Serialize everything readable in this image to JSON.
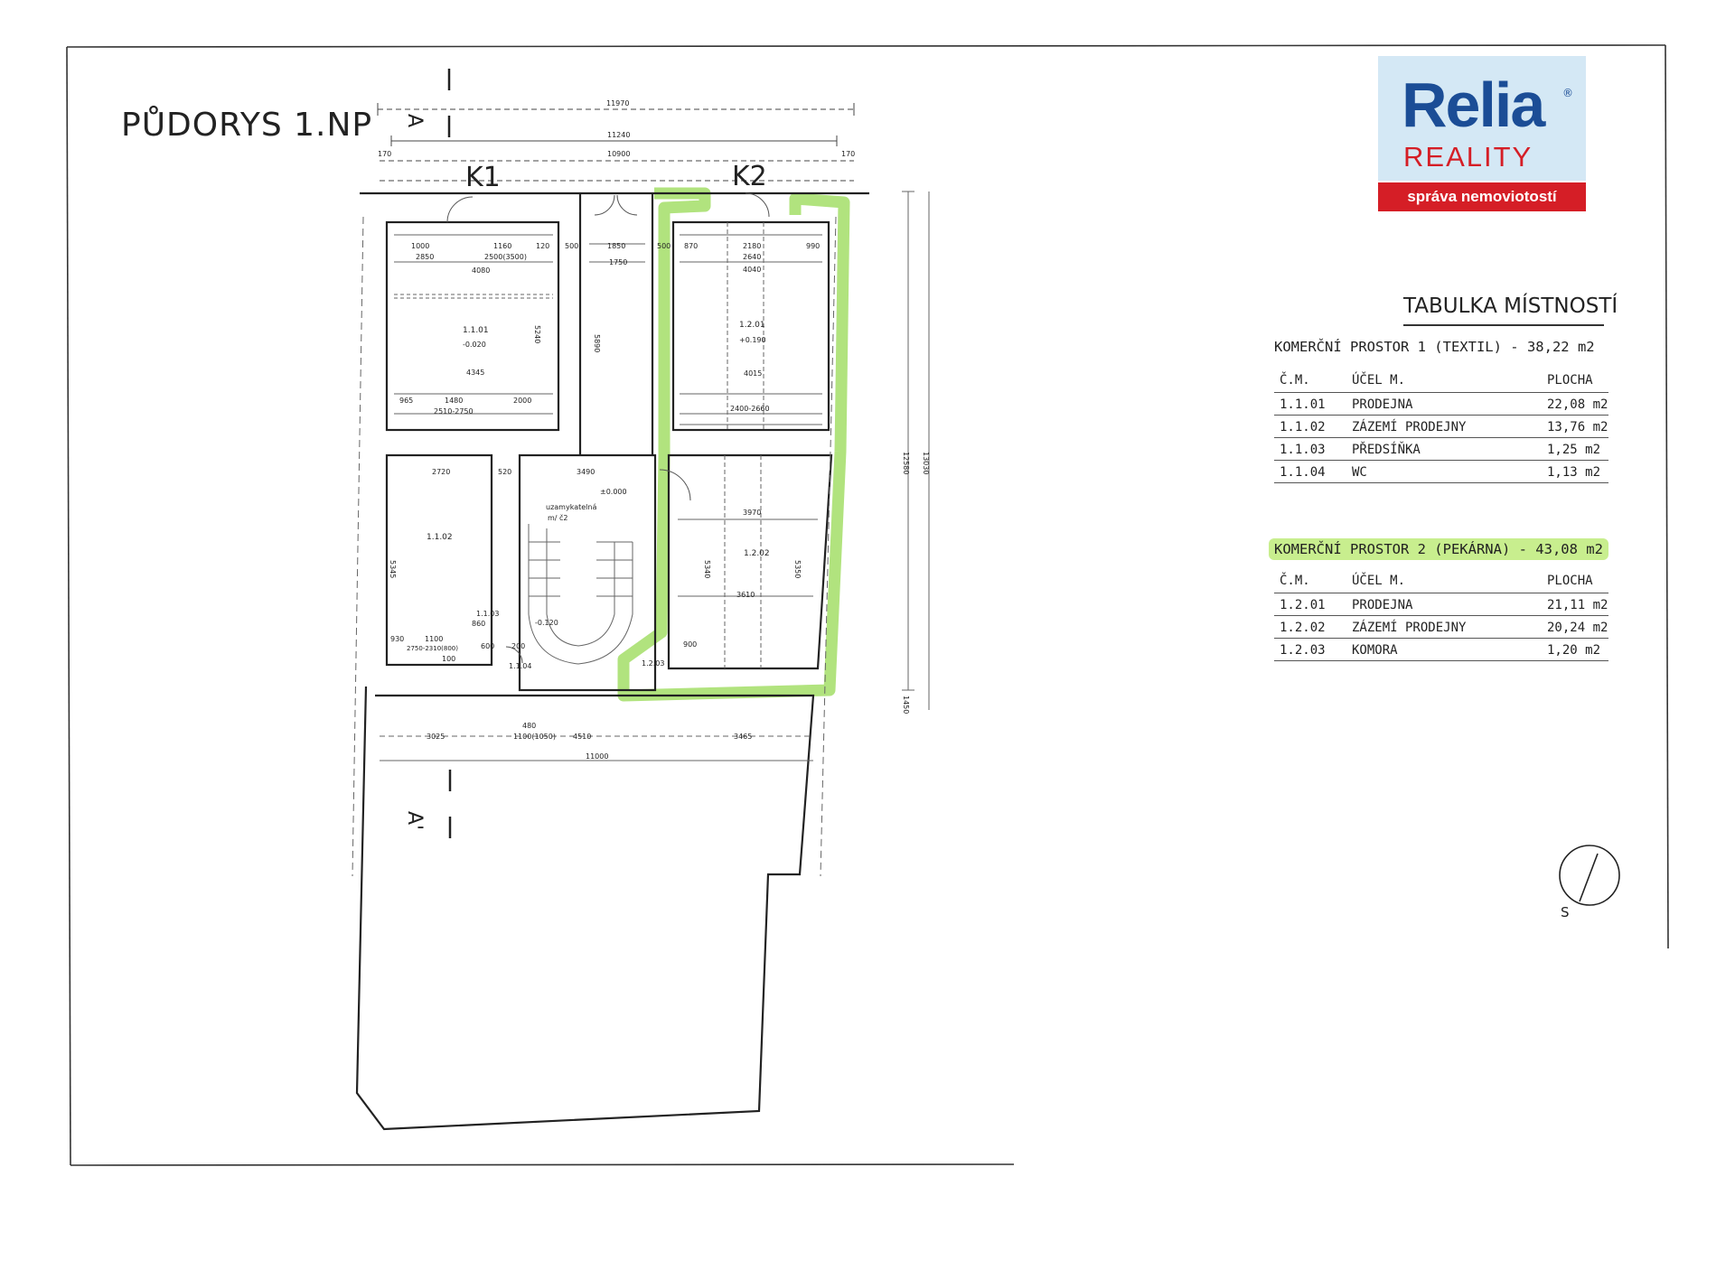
{
  "plan": {
    "title": "PŮDORYS 1.NP",
    "unit_labels": {
      "k1": "K1",
      "k2": "K2"
    },
    "section_marks": [
      "A",
      "A'"
    ],
    "north_label": "S",
    "highlight_color": "#a8e070",
    "dimensions": [
      "11970",
      "11240",
      "10900",
      "170",
      "170",
      "11000",
      "3025",
      "3465",
      "12580",
      "13030",
      "1450",
      "1000",
      "1160",
      "120",
      "500",
      "1850",
      "500",
      "870",
      "2180",
      "990",
      "2850",
      "2500(3500)",
      "4080",
      "1750",
      "2640",
      "4040",
      "5240",
      "5890",
      "4345",
      "965",
      "1480",
      "2000",
      "2510-2750",
      "4015",
      "2400-2660",
      "2720",
      "520",
      "3490",
      "3970",
      "5345",
      "5340",
      "5350",
      "3610",
      "900",
      "1100",
      "2750-2310(800)",
      "930",
      "100",
      "860",
      "600",
      "200",
      "4510",
      "1100(1050)",
      "480"
    ],
    "room_labels": [
      "1.1.01",
      "1.1.02",
      "1.1.03",
      "1.1.04",
      "1.2.01",
      "1.2.02",
      "1.2.03"
    ],
    "levels": [
      "-0.020",
      "+0.190",
      "±0.000",
      "-0.120"
    ],
    "notes": [
      "uzamykatelná",
      "m/ č2"
    ]
  },
  "logo": {
    "brand": "Relia",
    "reg_mark": "®",
    "subbrand": "REALITY",
    "tagline": "správa nemoviotostí",
    "colors": {
      "blue": "#1b4d96",
      "red": "#d51e26",
      "bg": "#d4e8f5"
    }
  },
  "table": {
    "heading": "TABULKA MÍSTNOSTÍ",
    "columns": [
      "Č.M.",
      "ÚČEL M.",
      "PLOCHA"
    ],
    "sections": [
      {
        "title": "KOMERČNÍ PROSTOR 1 (TEXTIL) - 38,22 m2",
        "highlighted": false,
        "rows": [
          {
            "id": "1.1.01",
            "use": "PRODEJNA",
            "area": "22,08 m2"
          },
          {
            "id": "1.1.02",
            "use": "ZÁZEMÍ PRODEJNY",
            "area": "13,76 m2"
          },
          {
            "id": "1.1.03",
            "use": "PŘEDSÍŇKA",
            "area": "1,25 m2"
          },
          {
            "id": "1.1.04",
            "use": "WC",
            "area": "1,13 m2"
          }
        ]
      },
      {
        "title": "KOMERČNÍ PROSTOR 2 (PEKÁRNA) - 43,08 m2",
        "highlighted": true,
        "rows": [
          {
            "id": "1.2.01",
            "use": "PRODEJNA",
            "area": "21,11 m2"
          },
          {
            "id": "1.2.02",
            "use": "ZÁZEMÍ PRODEJNY",
            "area": "20,24 m2"
          },
          {
            "id": "1.2.03",
            "use": "KOMORA",
            "area": "1,20 m2"
          }
        ]
      }
    ]
  }
}
